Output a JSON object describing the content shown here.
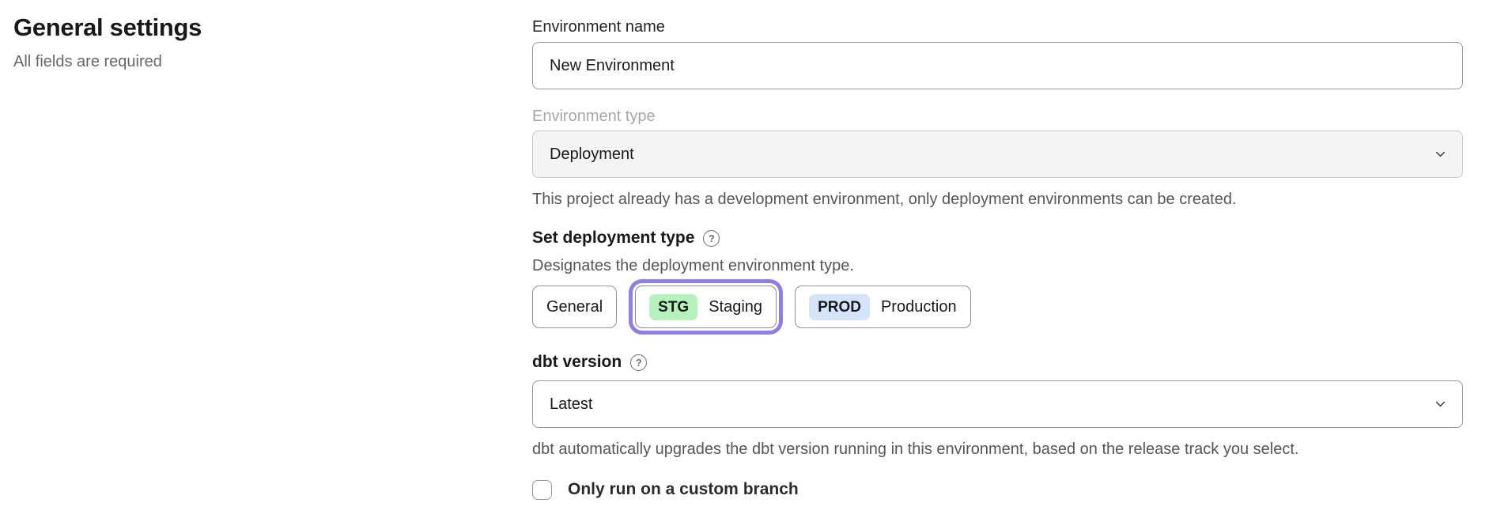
{
  "header": {
    "title": "General settings",
    "subtitle": "All fields are required"
  },
  "form": {
    "environment_name": {
      "label": "Environment name",
      "value": "New Environment"
    },
    "environment_type": {
      "label": "Environment type",
      "value": "Deployment",
      "disabled": true,
      "helper": "This project already has a development environment, only deployment environments can be created."
    },
    "deployment_type": {
      "label": "Set deployment type",
      "description": "Designates the deployment environment type.",
      "options": [
        {
          "label": "General",
          "badge": "",
          "selected": false
        },
        {
          "label": "Staging",
          "badge": "STG",
          "badge_color": "#b5f2bd",
          "selected": true
        },
        {
          "label": "Production",
          "badge": "PROD",
          "badge_color": "#d4e4fb",
          "selected": false
        }
      ]
    },
    "dbt_version": {
      "label": "dbt version",
      "value": "Latest",
      "helper": "dbt automatically upgrades the dbt version running in this environment, based on the release track you select."
    },
    "custom_branch": {
      "label": "Only run on a custom branch",
      "checked": false
    }
  },
  "icons": {
    "help": "?"
  },
  "colors": {
    "accent_ring": "#8b80ea",
    "staging_badge": "#b5f2bd",
    "production_badge": "#d4e4fb",
    "disabled_field_bg": "#f4f4f5"
  }
}
